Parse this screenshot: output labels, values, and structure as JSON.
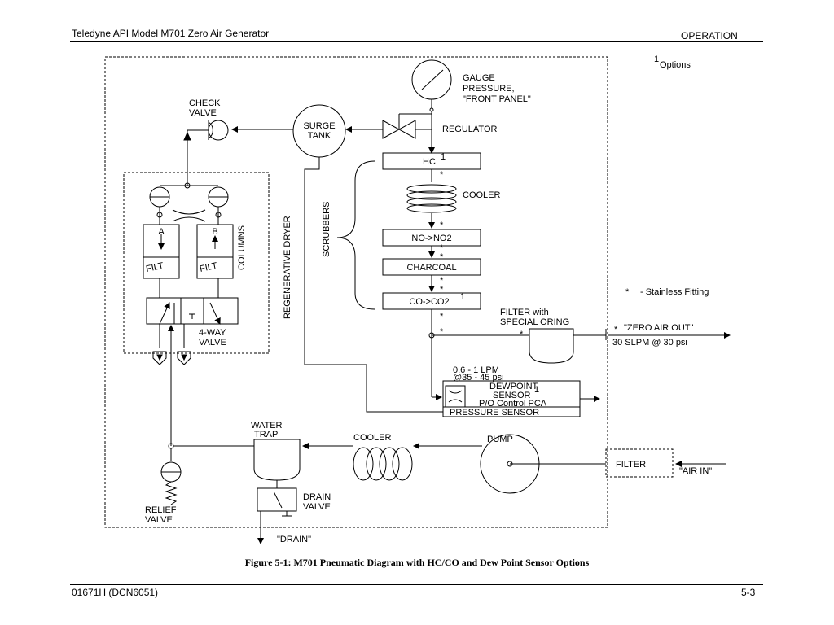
{
  "header": {
    "left": "Teledyne API Model M701 Zero Air Generator",
    "right": "OPERATION"
  },
  "footer": {
    "left": "01671H (DCN6051)",
    "right": "5-3"
  },
  "caption": "Figure 5-1:  M701 Pneumatic Diagram with HC/CO and Dew Point Sensor Options",
  "legend": {
    "options_sup": "1",
    "options": "Options",
    "star": "*",
    "stainless": "- Stainless Fitting"
  },
  "labels": {
    "gauge_1": "GAUGE",
    "gauge_2": "PRESSURE,",
    "gauge_3": "\"FRONT PANEL\"",
    "regulator": "REGULATOR",
    "check_1": "CHECK",
    "check_2": "VALVE",
    "surge_1": "SURGE",
    "surge_2": "TANK",
    "hc": "HC",
    "cooler_top": "COOLER",
    "scrubbers": "SCRUBBERS",
    "no_no2": "NO->NO2",
    "charcoal": "CHARCOAL",
    "co_co2": "CO->CO2",
    "regen_dryer": "REGENERATIVE DRYER",
    "col_a": "A",
    "col_b": "B",
    "filt_a": "FILT",
    "filt_b": "FILT",
    "columns": "COLUMNS",
    "fourway_1": "4-WAY",
    "fourway_2": "VALVE",
    "filter_spec_1": "FILTER with",
    "filter_spec_2": "SPECIAL ORING",
    "zero_air_out": "\"ZERO AIR OUT\"",
    "flow_rate": "30 SLPM @ 30 psi",
    "lpm_1": "0.6 - 1 LPM",
    "lpm_2": "@35 - 45 psi",
    "dew_1": "DEWPOINT",
    "dew_2": "SENSOR",
    "po_pca": "P/O Control PCA",
    "press_sensor": "PRESSURE SENSOR",
    "water_1": "WATER",
    "water_2": "TRAP",
    "cooler_bottom": "COOLER",
    "pump": "PUMP",
    "filter_in": "FILTER",
    "air_in": "\"AIR IN\"",
    "relief_1": "RELIEF",
    "relief_2": "VALVE",
    "drain_1": "DRAIN",
    "drain_2": "VALVE",
    "drain_out": "\"DRAIN\"",
    "sup": "1"
  }
}
